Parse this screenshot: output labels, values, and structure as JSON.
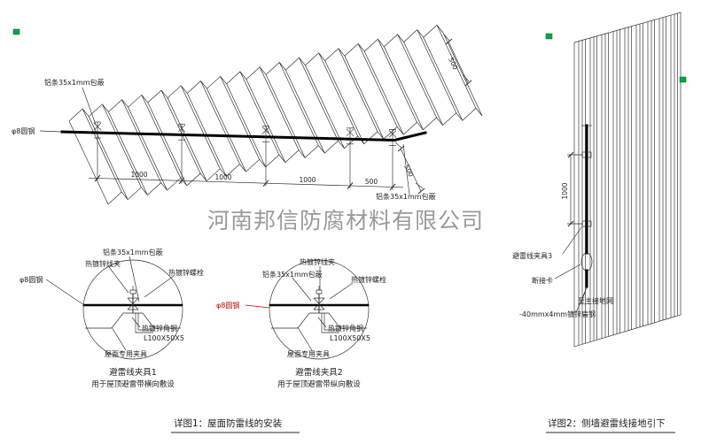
{
  "watermark": "河南邦信防腐材料有限公司",
  "roof_view": {
    "label_strip_top": "铝条35x1mm包蔽",
    "label_round_steel": "φ8圆钢",
    "label_strip_right": "铝条35x1mm包蔽",
    "dim_1000": "1000",
    "dim_500": "500"
  },
  "detail_1": {
    "caption": "详图1：屋面防雷线的安装",
    "clamp_1": {
      "title": "避雷线夹具1",
      "subtitle": "用于屋顶避雷带横向敷设",
      "label_wire_clip": "热镀锌线夹",
      "label_strip": "铝条35x1mm包蔽",
      "label_bolt": "热镀锌螺栓",
      "label_round_steel": "φ8圆钢",
      "label_angle_steel": "热镀锌角钢",
      "label_angle_size": "L100X50X5",
      "label_roof_fixture": "屋面专用夹具"
    },
    "clamp_2": {
      "title": "避雷线夹具2",
      "subtitle": "用于屋顶避雷带纵向敷设",
      "label_wire_clip": "热镀锌线夹",
      "label_strip": "铝条35x1mm包蔽",
      "label_bolt": "热镀锌螺栓",
      "label_round_steel": "φ8圆钢",
      "label_angle_steel": "热镀锌角钢",
      "label_angle_size": "L100X50X5",
      "label_roof_fixture": "屋面专用夹具"
    }
  },
  "detail_2": {
    "caption": "详图2：侧墙避雷线接地引下",
    "label_clamp3": "避雷线夹具3",
    "label_disconnect": "断接卡",
    "label_to_ground": "至主接地网",
    "label_flat_steel": "-40mmx4mm镀锌扁钢",
    "dim_1000": "1000"
  },
  "colors": {
    "line": "#2a2a2a",
    "wire": "#000000",
    "red_accent": "#c00000",
    "grip_green": "#00a44a",
    "watermark_gray": "#9a9a9a"
  }
}
